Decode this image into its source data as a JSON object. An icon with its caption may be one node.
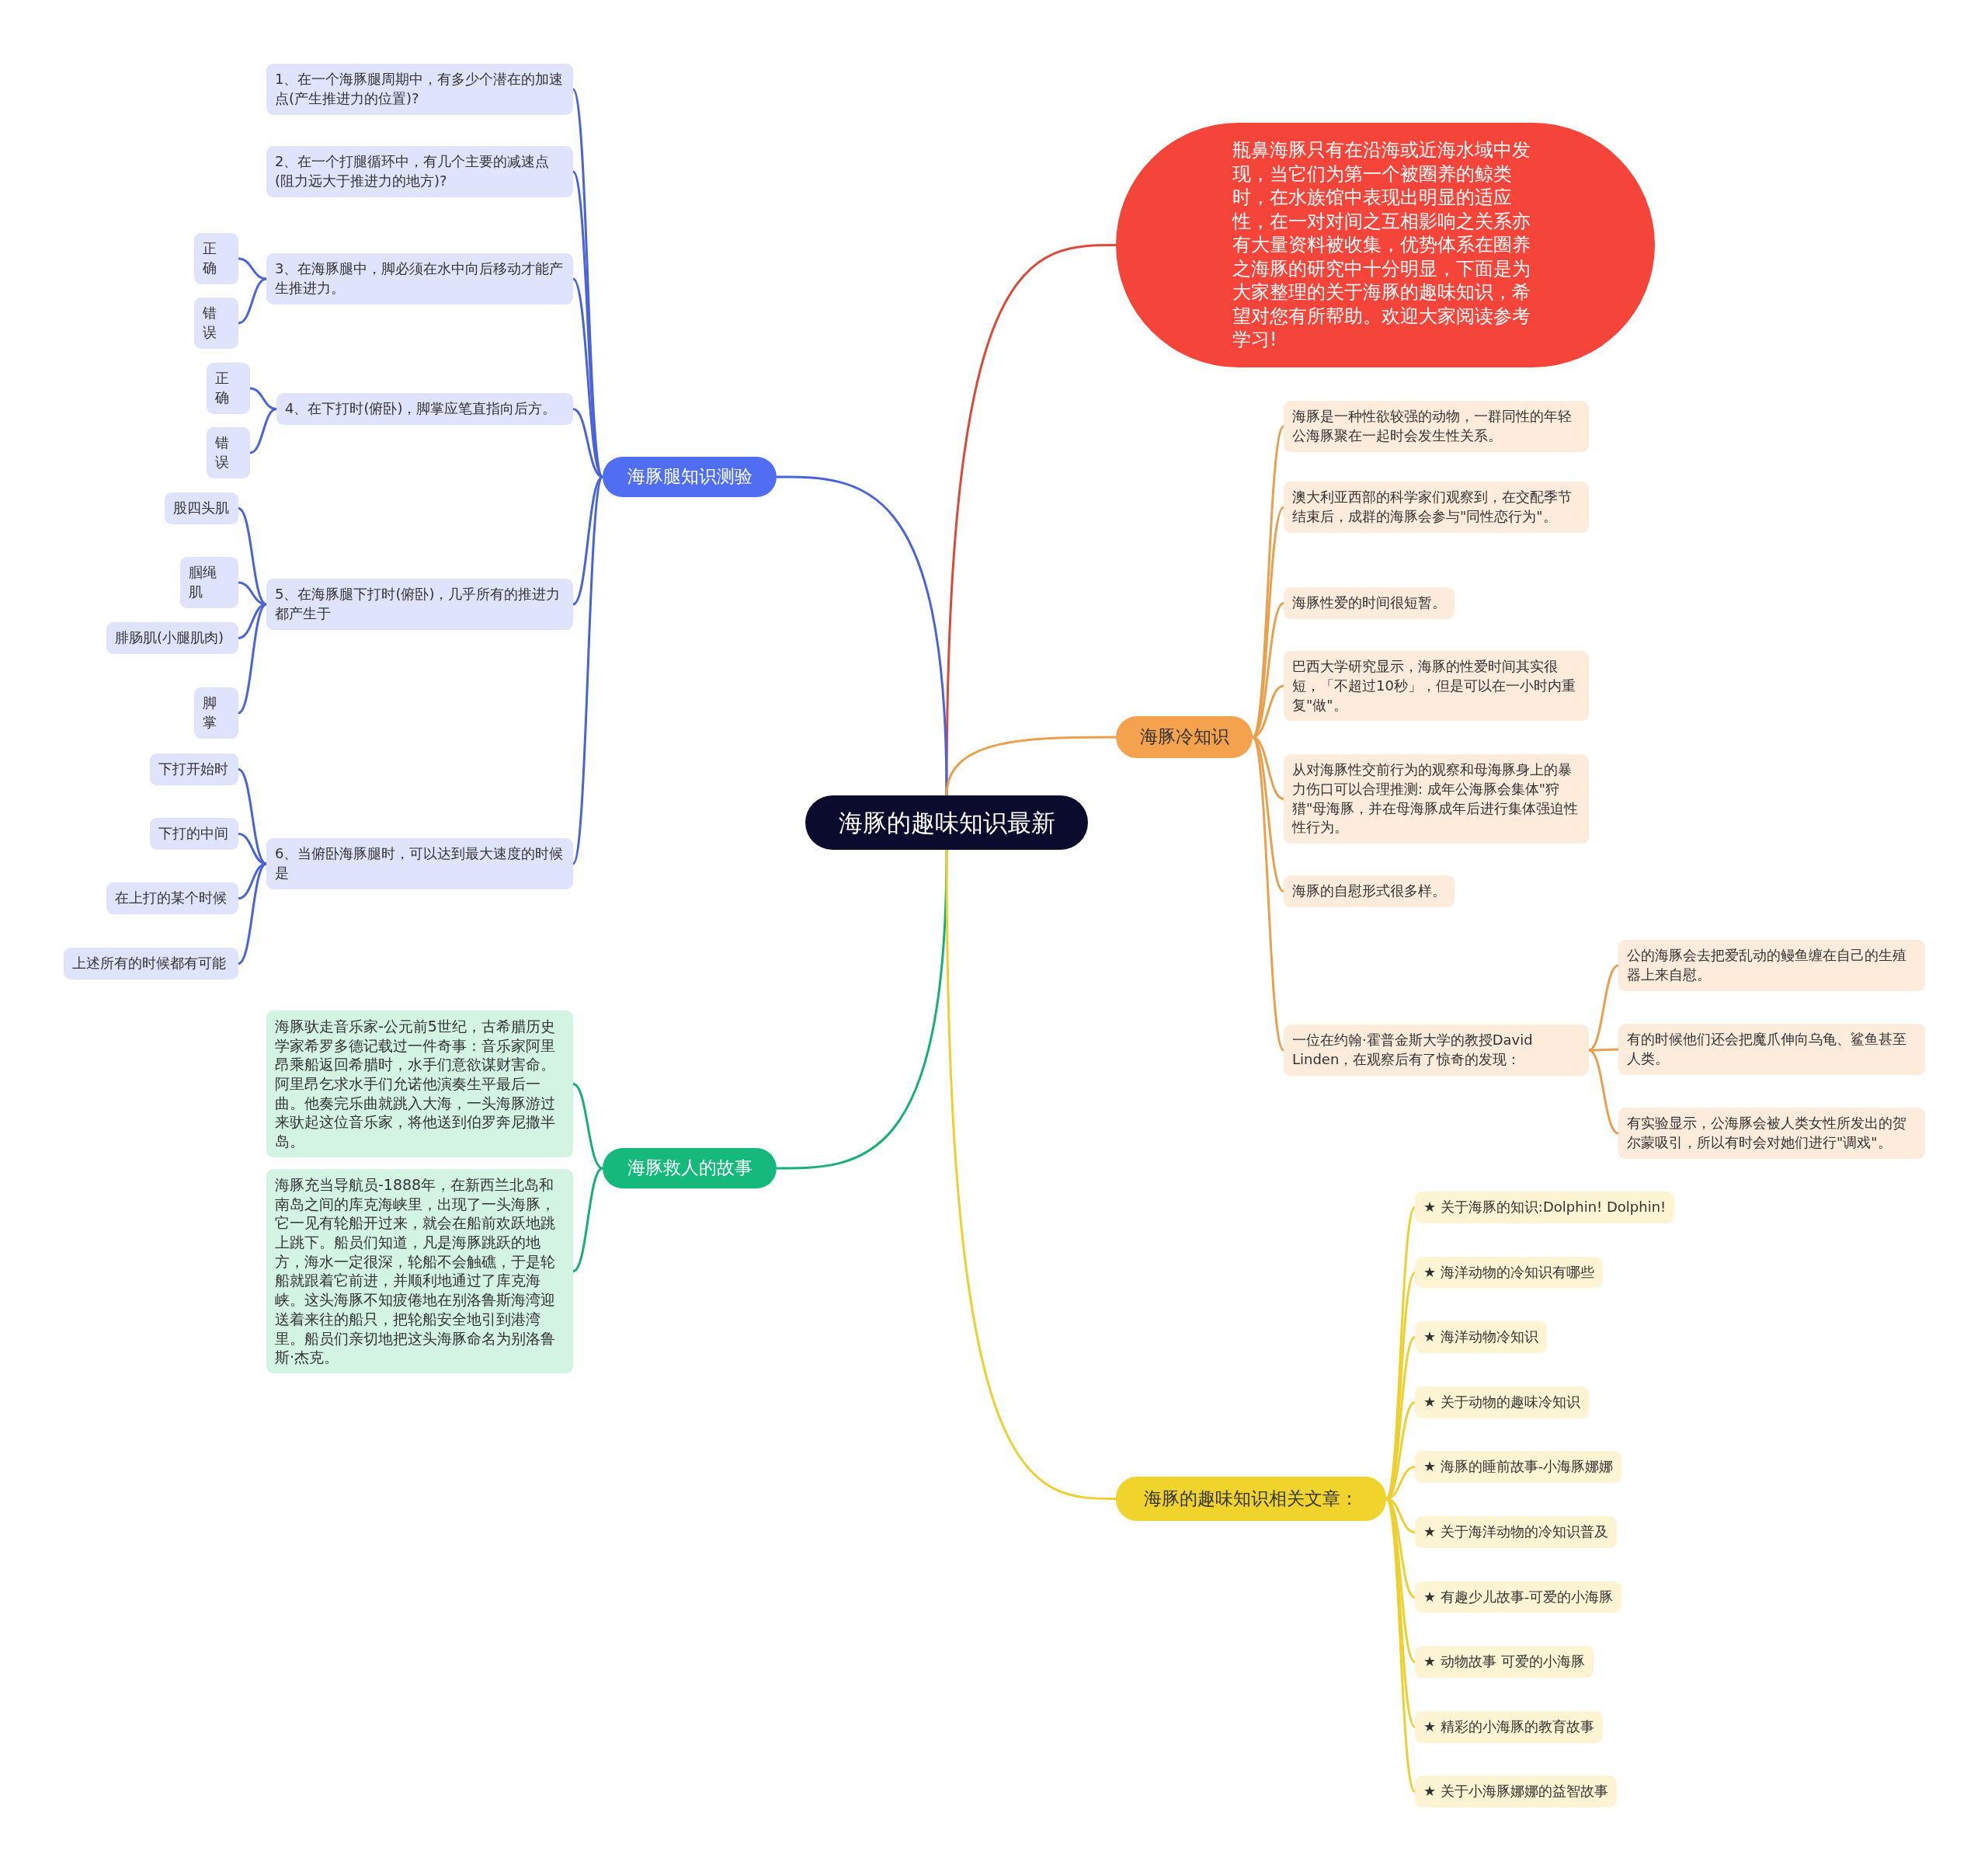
{
  "diagram": {
    "nodes": [
      {
        "text": [
          "海豚的趣味知识最新"
        ]
      },
      {
        "text": [
          "瓶鼻海豚只有在沿海或近海水域中发现，当它们为第一个被圈养的鲸类时，在水族馆中表现出明显的适应性，在一对对间之互相影响之关系亦有大量资料被收集，优势体系在圈养之海豚的研究中十分明显，下面是为大家整理的关于海豚的趣味知识，希望对您有所帮助。欢迎大家阅读参考学习!"
        ]
      },
      {
        "text": [
          "海豚腿知识测验"
        ]
      },
      {
        "text": [
          "1、在一个海豚腿周期中，有多少个潜在的加速点(产生推进力的位置)?"
        ]
      },
      {
        "text": [
          "2、在一个打腿循环中，有几个主要的减速点(阻力远大于推进力的地方)?"
        ]
      },
      {
        "text": [
          "3、在海豚腿中，脚必须在水中向后移动才能产生推进力。"
        ]
      },
      {
        "text": [
          "正确"
        ]
      },
      {
        "text": [
          "错误"
        ]
      },
      {
        "text": [
          "4、在下打时(俯卧)，脚掌应笔直指向后方。"
        ]
      },
      {
        "text": [
          "正确"
        ]
      },
      {
        "text": [
          "错误"
        ]
      },
      {
        "text": [
          "5、在海豚腿下打时(俯卧)，几乎所有的推进力都产生于"
        ]
      },
      {
        "text": [
          "股四头肌"
        ]
      },
      {
        "text": [
          "腘绳肌"
        ]
      },
      {
        "text": [
          "腓肠肌(小腿肌肉)"
        ]
      },
      {
        "text": [
          "脚掌"
        ]
      },
      {
        "text": [
          "6、当俯卧海豚腿时，可以达到最大速度的时候是"
        ]
      },
      {
        "text": [
          "下打开始时"
        ]
      },
      {
        "text": [
          "下打的中间"
        ]
      },
      {
        "text": [
          "在上打的某个时候"
        ]
      },
      {
        "text": [
          "上述所有的时候都有可能"
        ]
      },
      {
        "text": [
          "海豚救人的故事"
        ]
      },
      {
        "text": [
          "海豚驮走音乐家-公元前5世纪，古希腊历史学家希罗多德记载过一件奇事：音乐家阿里昂乘船返回希腊时，水手们意欲谋财害命。阿里昂乞求水手们允诺他演奏生平最后一曲。他奏完乐曲就跳入大海，一头海豚游过来驮起这位音乐家，将他送到伯罗奔尼撒半岛。"
        ]
      },
      {
        "text": [
          "海豚充当导航员-1888年，在新西兰北岛和南岛之间的库克海峡里，出现了一头海豚，它一见有轮船开过来，就会在船前欢跃地跳上跳下。船员们知道，凡是海豚跳跃的地方，海水一定很深，轮船不会触礁，于是轮船就跟着它前进，并顺利地通过了库克海峡。这头海豚不知疲倦地在别洛鲁斯海湾迎送着来往的船只，把轮船安全地引到港湾里。船员们亲切地把这头海豚命名为别洛鲁斯·杰克。"
        ]
      },
      {
        "text": [
          "海豚冷知识"
        ]
      },
      {
        "text": [
          "海豚是一种性欲较强的动物，一群同性的年轻公海豚聚在一起时会发生性关系。"
        ]
      },
      {
        "text": [
          "澳大利亚西部的科学家们观察到，在交配季节结束后，成群的海豚会参与\"同性恋行为\"。"
        ]
      },
      {
        "text": [
          "海豚性爱的时间很短暂。"
        ]
      },
      {
        "text": [
          "巴西大学研究显示，海豚的性爱时间其实很短，「不超过10秒」，但是可以在一小时内重复\"做\"。"
        ]
      },
      {
        "text": [
          "从对海豚性交前行为的观察和母海豚身上的暴力伤口可以合理推测: 成年公海豚会集体\"狩猎\"母海豚，并在母海豚成年后进行集体强迫性性行为。"
        ]
      },
      {
        "text": [
          "海豚的自慰形式很多样。"
        ]
      },
      {
        "text": [
          "一位在约翰·霍普金斯大学的教授David Linden，在观察后有了惊奇的发现："
        ]
      },
      {
        "text": [
          "公的海豚会去把爱乱动的鳗鱼缠在自己的生殖器上来自慰。"
        ]
      },
      {
        "text": [
          "有的时候他们还会把魔爪伸向乌龟、鲨鱼甚至人类。"
        ]
      },
      {
        "text": [
          "有实验显示，公海豚会被人类女性所发出的贺尔蒙吸引，所以有时会对她们进行\"调戏\"。"
        ]
      },
      {
        "text": [
          "海豚的趣味知识相关文章："
        ]
      },
      {
        "text": [
          "★ 关于海豚的知识:Dolphin! Dolphin!"
        ]
      },
      {
        "text": [
          "★ 海洋动物的冷知识有哪些"
        ]
      },
      {
        "text": [
          "★ 海洋动物冷知识"
        ]
      },
      {
        "text": [
          "★ 关于动物的趣味冷知识"
        ]
      },
      {
        "text": [
          "★ 海豚的睡前故事-小海豚娜娜"
        ]
      },
      {
        "text": [
          "★ 关于海洋动物的冷知识普及"
        ]
      },
      {
        "text": [
          "★ 有趣少儿故事-可爱的小海豚"
        ]
      },
      {
        "text": [
          "★ 动物故事 可爱的小海豚"
        ]
      },
      {
        "text": [
          "★ 精彩的小海豚的教育故事"
        ]
      },
      {
        "text": [
          "★ 关于小海豚娜娜的益智故事"
        ]
      }
    ],
    "edges": [
      {
        "from": 0,
        "to": 1,
        "arrow": "none",
        "color": "#d94a3a"
      },
      {
        "from": 0,
        "to": 2,
        "arrow": "none"
      },
      {
        "from": 0,
        "to": 21,
        "arrow": "none",
        "color": "#16b074"
      },
      {
        "from": 0,
        "to": 24,
        "arrow": "none",
        "color": "#e8a04e"
      },
      {
        "from": 0,
        "to": 35,
        "arrow": "none",
        "color": "#ecd030"
      },
      {
        "from": 2,
        "to": 3,
        "arrow": "none"
      },
      {
        "from": 2,
        "to": 4,
        "arrow": "none"
      },
      {
        "from": 2,
        "to": 5,
        "arrow": "none"
      },
      {
        "from": 2,
        "to": 8,
        "arrow": "none"
      },
      {
        "from": 2,
        "to": 11,
        "arrow": "none"
      },
      {
        "from": 2,
        "to": 16,
        "arrow": "none"
      },
      {
        "from": 5,
        "to": 6,
        "arrow": "none"
      },
      {
        "from": 5,
        "to": 7,
        "arrow": "none"
      },
      {
        "from": 8,
        "to": 9,
        "arrow": "none"
      },
      {
        "from": 8,
        "to": 10,
        "arrow": "none"
      },
      {
        "from": 11,
        "to": 12,
        "arrow": "none"
      },
      {
        "from": 11,
        "to": 13,
        "arrow": "none"
      },
      {
        "from": 11,
        "to": 14,
        "arrow": "none"
      },
      {
        "from": 11,
        "to": 15,
        "arrow": "none"
      },
      {
        "from": 16,
        "to": 17,
        "arrow": "none"
      },
      {
        "from": 16,
        "to": 18,
        "arrow": "none"
      },
      {
        "from": 16,
        "to": 19,
        "arrow": "none"
      },
      {
        "from": 16,
        "to": 20,
        "arrow": "none"
      },
      {
        "from": 21,
        "to": 22,
        "arrow": "none",
        "color": "#16b074"
      },
      {
        "from": 21,
        "to": 23,
        "arrow": "none",
        "color": "#16b074"
      },
      {
        "from": 24,
        "to": 25,
        "arrow": "none",
        "color": "#e8a04e"
      },
      {
        "from": 24,
        "to": 26,
        "arrow": "none",
        "color": "#e8a04e"
      },
      {
        "from": 24,
        "to": 27,
        "arrow": "none",
        "color": "#e8a04e"
      },
      {
        "from": 24,
        "to": 28,
        "arrow": "none",
        "color": "#e8a04e"
      },
      {
        "from": 24,
        "to": 29,
        "arrow": "none",
        "color": "#e8a04e"
      },
      {
        "from": 24,
        "to": 30,
        "arrow": "none",
        "color": "#e8a04e"
      },
      {
        "from": 24,
        "to": 31,
        "arrow": "none",
        "color": "#e8a04e"
      },
      {
        "from": 31,
        "to": 32,
        "arrow": "none",
        "color": "#e8a04e"
      },
      {
        "from": 31,
        "to": 33,
        "arrow": "none",
        "color": "#e8a04e"
      },
      {
        "from": 31,
        "to": 34,
        "arrow": "none",
        "color": "#e8a04e"
      },
      {
        "from": 35,
        "to": 36,
        "arrow": "none",
        "color": "#ecd030"
      },
      {
        "from": 35,
        "to": 37,
        "arrow": "none",
        "color": "#ecd030"
      },
      {
        "from": 35,
        "to": 38,
        "arrow": "none",
        "color": "#ecd030"
      },
      {
        "from": 35,
        "to": 39,
        "arrow": "none",
        "color": "#ecd030"
      },
      {
        "from": 35,
        "to": 40,
        "arrow": "none",
        "color": "#ecd030"
      },
      {
        "from": 35,
        "to": 41,
        "arrow": "none",
        "color": "#ecd030"
      },
      {
        "from": 35,
        "to": 42,
        "arrow": "none",
        "color": "#ecd030"
      },
      {
        "from": 35,
        "to": 43,
        "arrow": "none",
        "color": "#ecd030"
      },
      {
        "from": 35,
        "to": 44,
        "arrow": "none",
        "color": "#ecd030"
      },
      {
        "from": 35,
        "to": 45,
        "arrow": "none",
        "color": "#ecd030"
      }
    ]
  }
}
